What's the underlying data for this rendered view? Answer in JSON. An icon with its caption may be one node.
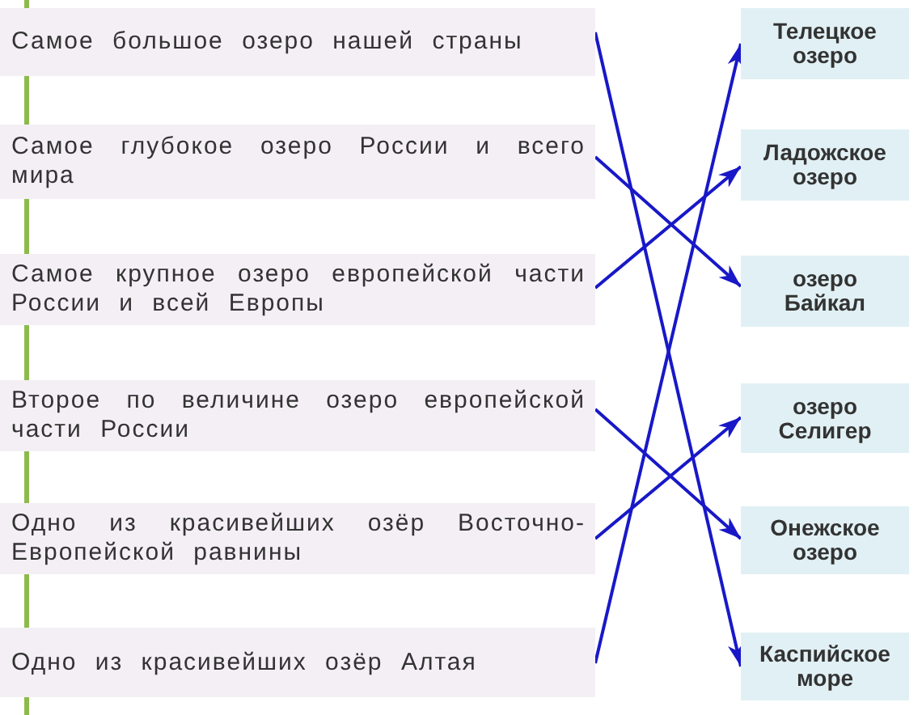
{
  "diagram": {
    "nodes": [
      {
        "text": [
          "Самое большое озеро нашей страны"
        ]
      },
      {
        "text": [
          "Самое глубокое озеро России и всего мира"
        ]
      },
      {
        "text": [
          "Самое крупное озеро европейской части России и всей Европы"
        ]
      },
      {
        "text": [
          "Второе по величине озеро европейской части России"
        ]
      },
      {
        "text": [
          "Одно из красивейших озёр Восточно-Европейской равнины"
        ]
      },
      {
        "text": [
          "Одно из красивейших озёр Алтая"
        ]
      },
      {
        "text": [
          "Телецкое озеро"
        ]
      },
      {
        "text": [
          "Ладожское озеро"
        ]
      },
      {
        "text": [
          "озеро Байкал"
        ]
      },
      {
        "text": [
          "озеро Селигер"
        ]
      },
      {
        "text": [
          "Онежское озеро"
        ]
      },
      {
        "text": [
          "Каспийское море"
        ]
      }
    ],
    "edges": [
      {
        "from": 0,
        "to": 11,
        "arrow": "to"
      },
      {
        "from": 1,
        "to": 8,
        "arrow": "to"
      },
      {
        "from": 2,
        "to": 7,
        "arrow": "to"
      },
      {
        "from": 3,
        "to": 10,
        "arrow": "to"
      },
      {
        "from": 4,
        "to": 9,
        "arrow": "to"
      },
      {
        "from": 5,
        "to": 6,
        "arrow": "to"
      }
    ]
  }
}
